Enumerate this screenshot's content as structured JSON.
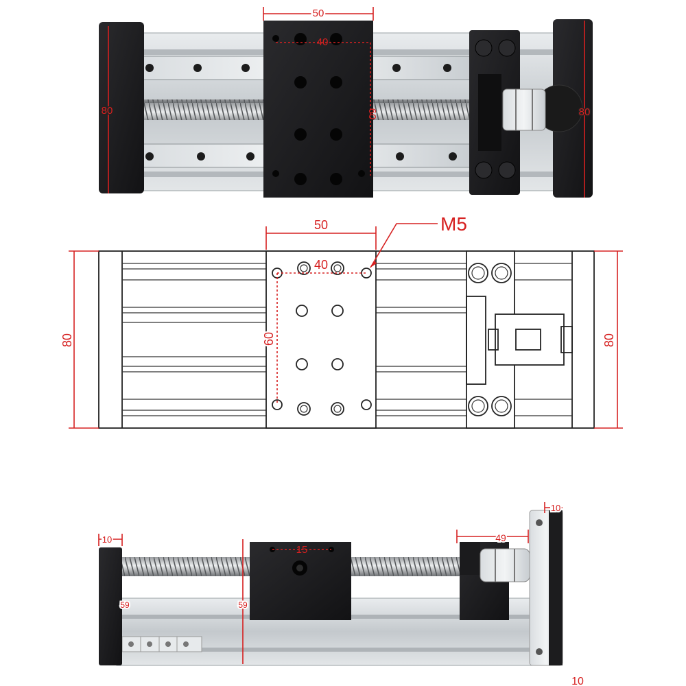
{
  "top_photo": {
    "carriage_width": "50",
    "hole_span_width": "40",
    "hole_span_height": "60",
    "left_height": "80",
    "right_height": "80"
  },
  "drawing": {
    "carriage_width": "50",
    "thread_label": "M5",
    "hole_span_width": "40",
    "hole_span_height": "60",
    "left_height": "80",
    "right_height": "80"
  },
  "side_photo": {
    "left_plate": "10",
    "hole_span": "15",
    "carriage_left": "59",
    "carriage_right": "59",
    "coupling_length": "49",
    "right_plate": "10",
    "bottom_label": "10"
  },
  "colors": {
    "dimension": "#d62020",
    "anodized_black": "#1b1b1d",
    "aluminum": "#cfd3d6"
  }
}
